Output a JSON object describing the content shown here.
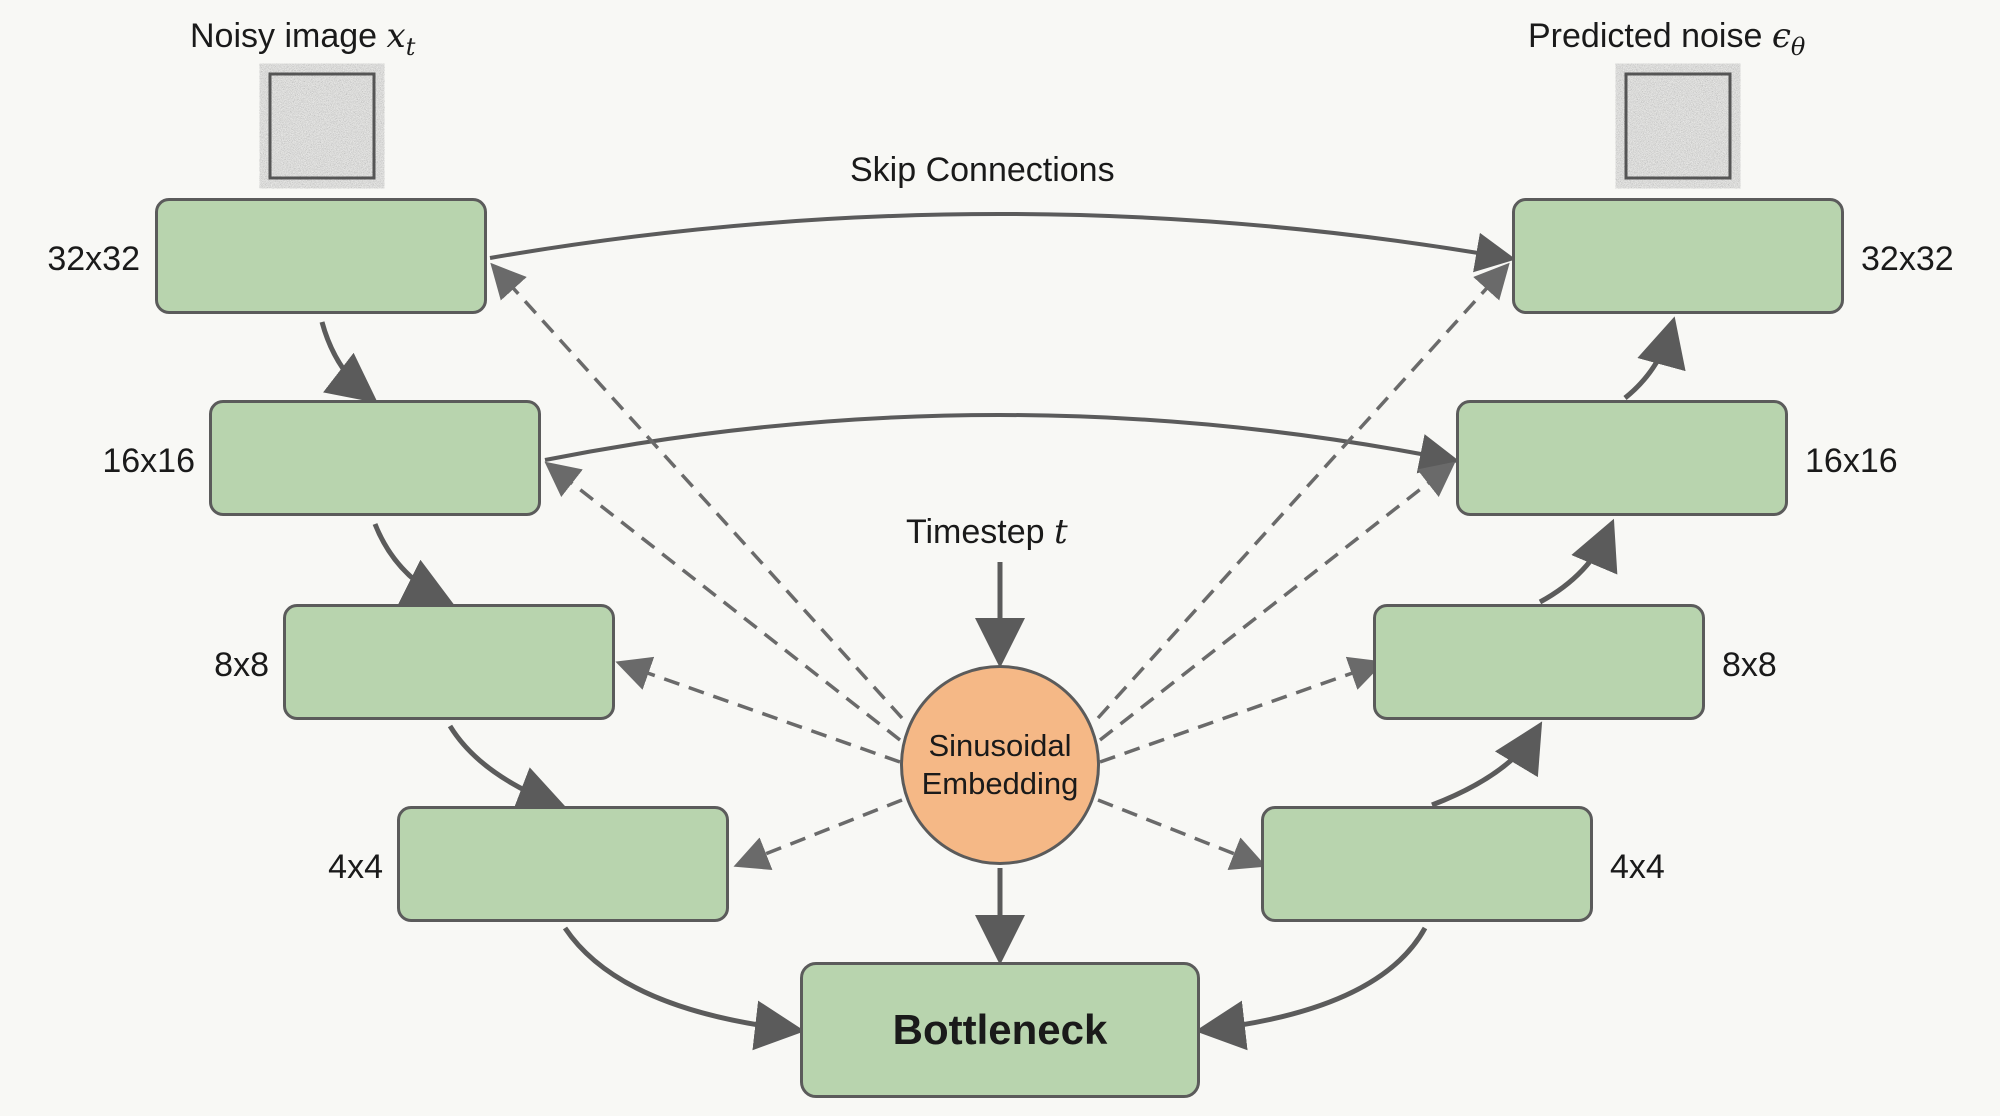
{
  "labels": {
    "input_title": "Noisy image",
    "input_var": "x",
    "input_sub": "t",
    "output_title": "Predicted noise",
    "output_var": "ϵ",
    "output_sub": "θ",
    "skip_connections": "Skip Connections",
    "timestep": "Timestep",
    "timestep_var": "t",
    "embedding_line1": "Sinusoidal",
    "embedding_line2": "Embedding",
    "bottleneck": "Bottleneck"
  },
  "encoder_resolutions": [
    "32x32",
    "16x16",
    "8x8",
    "4x4"
  ],
  "decoder_resolutions": [
    "32x32",
    "16x16",
    "8x8",
    "4x4"
  ],
  "colors": {
    "block_fill": "#b8d4ae",
    "embedding_fill": "#f5b886",
    "stroke": "#5b5b5b",
    "background": "#f8f8f5"
  }
}
